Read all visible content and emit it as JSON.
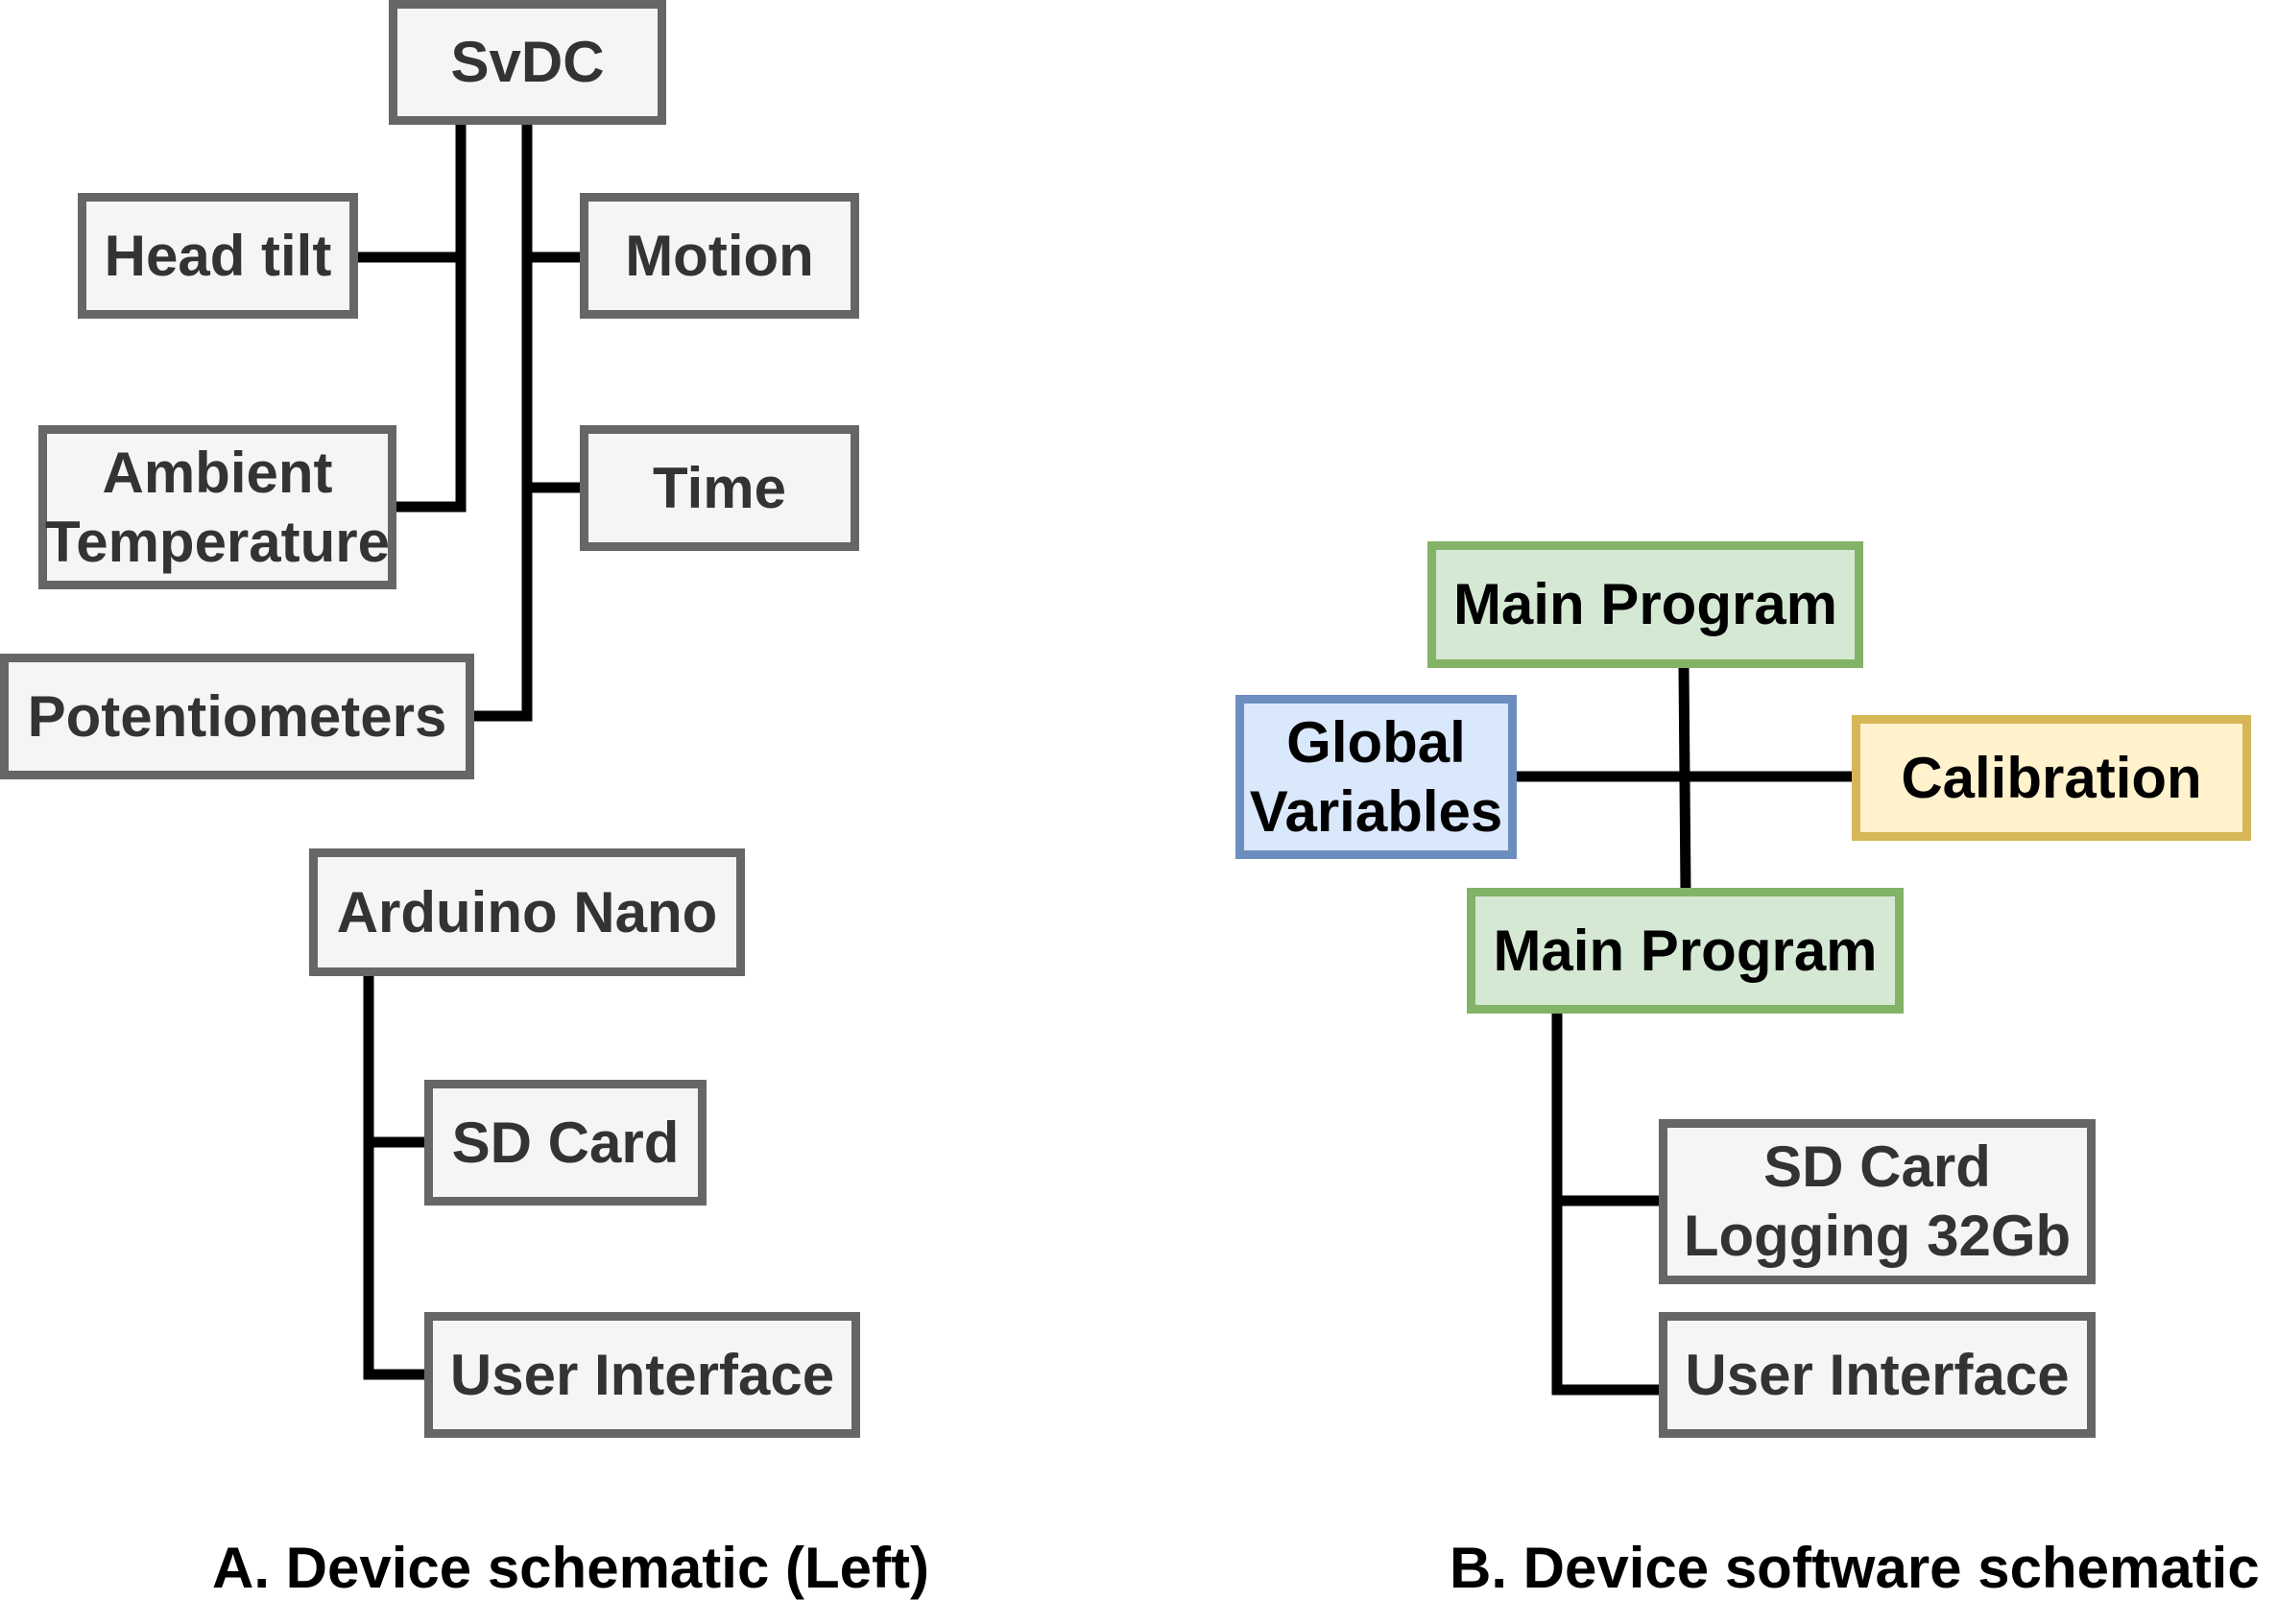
{
  "panel_a": {
    "svdc": "SvDC",
    "head_tilt": "Head tilt",
    "motion": "Motion",
    "ambient_temperature": "Ambient\nTemperature",
    "time": "Time",
    "potentiometers": "Potentiometers",
    "arduino_nano": "Arduino Nano",
    "sd_card": "SD Card",
    "user_interface": "User Interface",
    "caption": "A. Device schematic (Left)"
  },
  "panel_b": {
    "main_program_top": "Main Program",
    "global_variables": "Global\nVariables",
    "calibration": "Calibration",
    "main_program_bottom": "Main Program",
    "sd_card_logging": "SD Card\nLogging 32Gb",
    "user_interface": "User Interface",
    "caption": "B. Device software schematic"
  },
  "colors": {
    "default_fill": "#f5f5f5",
    "default_stroke": "#666666",
    "green_fill": "#d5e8d4",
    "green_stroke": "#82b366",
    "blue_fill": "#dae8fc",
    "blue_stroke": "#6c8ebf",
    "yellow_fill": "#fff2cc",
    "yellow_stroke": "#d6b656",
    "connector": "#000000"
  }
}
